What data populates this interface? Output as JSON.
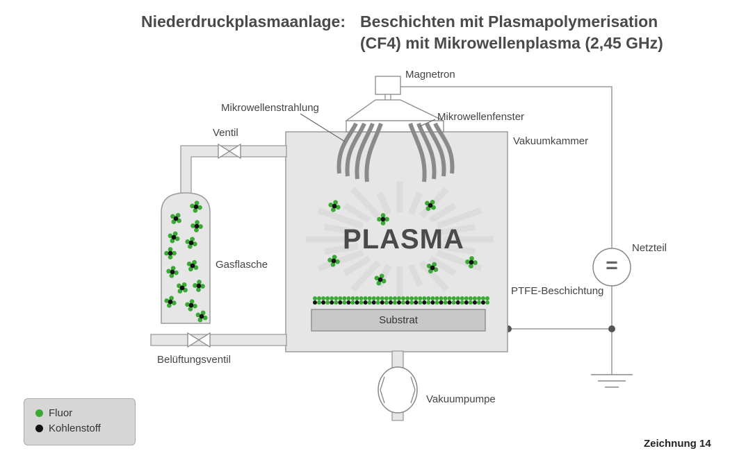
{
  "title": {
    "prefix": "Niederdruckplasmaanlage:",
    "line1": "Beschichten mit Plasmapolymerisation",
    "line2": "(CF4) mit Mikrowellenplasma (2,45 GHz)"
  },
  "labels": {
    "magnetron": "Magnetron",
    "mikrowellenstrahlung": "Mikrowellenstrahlung",
    "mikrowellenfenster": "Mikrowellenfenster",
    "ventil": "Ventil",
    "vakuumkammer": "Vakuumkammer",
    "gasflasche": "Gasflasche",
    "netzteil": "Netzteil",
    "ptfe": "PTFE-Beschichtung",
    "substrat": "Substrat",
    "belueftungsventil": "Belüftungsventil",
    "vakuumpumpe": "Vakuumpumpe",
    "plasma": "PLASMA",
    "netzteil_symbol": "="
  },
  "legend": {
    "fluor": "Fluor",
    "kohlenstoff": "Kohlenstoff"
  },
  "colors": {
    "fluor": "#3aaa35",
    "kohlenstoff": "#111111",
    "chamber": "#e6e6e6",
    "outline": "#9a9a9a",
    "waveguide": "#8a8a8a",
    "rays": "#dcdcdc"
  },
  "footer": "Zeichnung 14"
}
